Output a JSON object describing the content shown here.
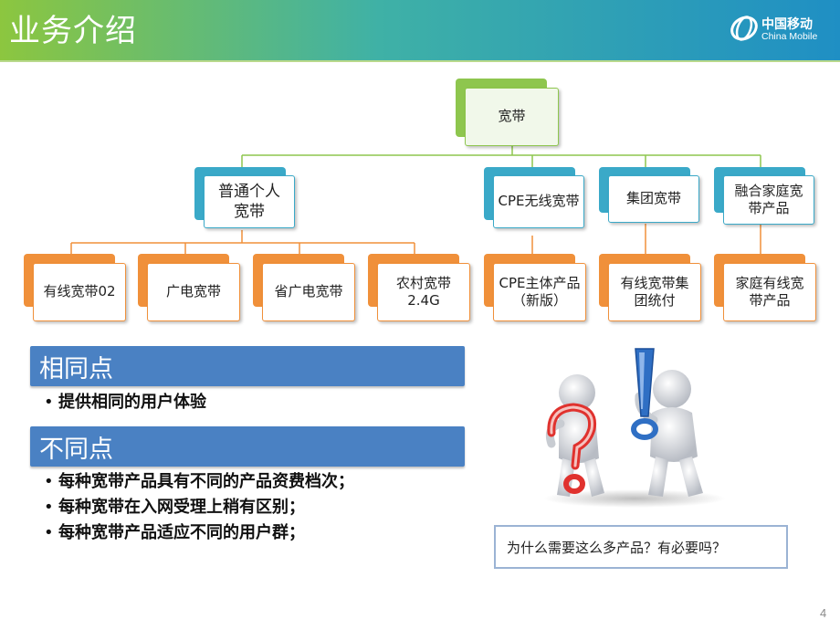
{
  "header": {
    "title": "业务介绍",
    "logo_cn": "中国移动",
    "logo_en": "China Mobile"
  },
  "tree": {
    "root": "宽带",
    "level1": [
      {
        "label": "普通个人宽带"
      },
      {
        "label": "CPE无线宽带"
      },
      {
        "label": "集团宽带"
      },
      {
        "label": "融合家庭宽带产品"
      }
    ],
    "level2": [
      {
        "label": "有线宽带02"
      },
      {
        "label": "广电宽带"
      },
      {
        "label": "省广电宽带"
      },
      {
        "label": "农村宽带2.4G"
      },
      {
        "label": "CPE主体产品（新版）"
      },
      {
        "label": "有线宽带集团统付"
      },
      {
        "label": "家庭有线宽带产品"
      }
    ]
  },
  "similarities": {
    "heading": "相同点",
    "items": [
      "提供相同的用户体验"
    ]
  },
  "differences": {
    "heading": "不同点",
    "items": [
      "每种宽带产品具有不同的产品资费档次；",
      "每种宽带在入网受理上稍有区别；",
      "每种宽带产品适应不同的用户群；"
    ]
  },
  "question": "为什么需要这么多产品？有必要吗？",
  "page_number": "4",
  "colors": {
    "header_start": "#8cc63f",
    "header_end": "#1f8fc4",
    "green": "#8ec64e",
    "teal": "#3aa9c8",
    "orange": "#f0903a",
    "bar": "#4a81c3",
    "question_mark": "#e0322e",
    "exclamation_mark": "#2f6fc4"
  },
  "icons": {
    "logo": "china-mobile-swirl-icon",
    "illustration": "question-exclamation-figures"
  }
}
